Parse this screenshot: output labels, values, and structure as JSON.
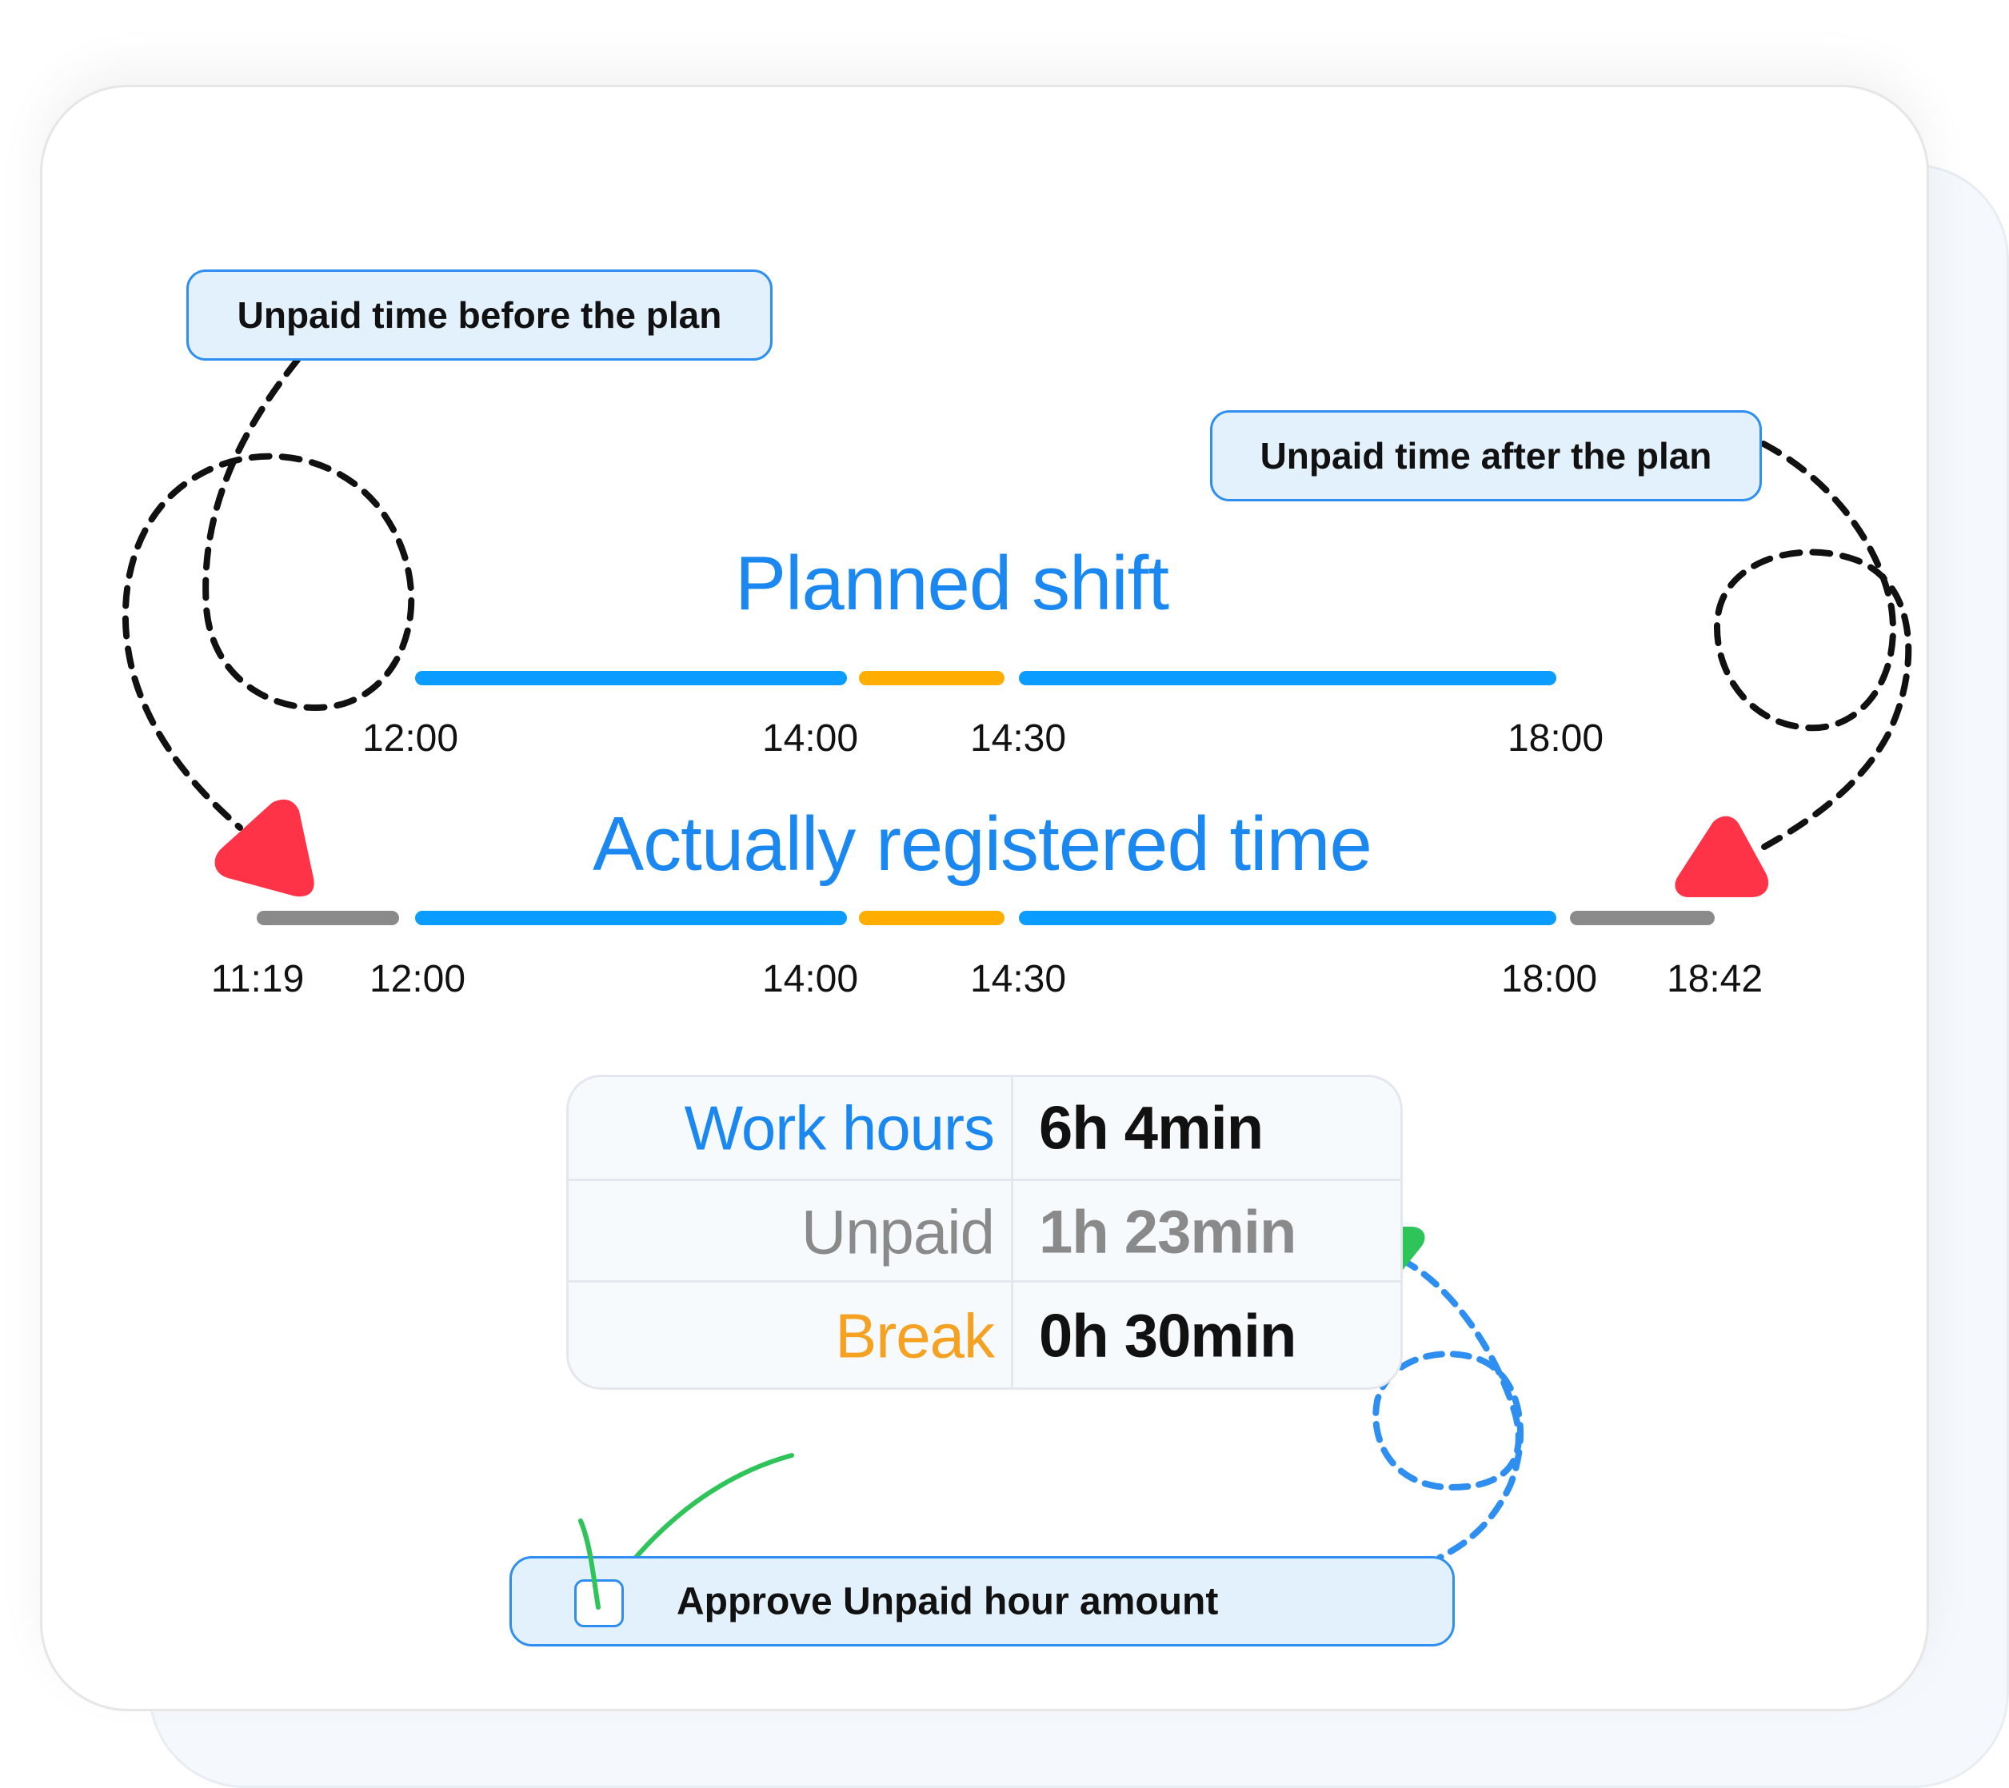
{
  "callouts": {
    "before": "Unpaid time before the plan",
    "after": "Unpaid time after the plan"
  },
  "planned": {
    "title": "Planned shift",
    "ticks": [
      "12:00",
      "14:00",
      "14:30",
      "18:00"
    ]
  },
  "actual": {
    "title": "Actually registered time",
    "ticks": [
      "11:19",
      "12:00",
      "14:00",
      "14:30",
      "18:00",
      "18:42"
    ]
  },
  "summary": {
    "rows": [
      {
        "label": "Work hours",
        "value": "6h 4min"
      },
      {
        "label": "Unpaid",
        "value": "1h 23min"
      },
      {
        "label": "Break",
        "value": "0h 30min"
      }
    ]
  },
  "approve": {
    "label": "Approve Unpaid hour amount",
    "checked": false
  },
  "colors": {
    "work": "#0a9cff",
    "break": "#ffae00",
    "unpaid": "#8a8a8a",
    "title_blue": "#1a88f0",
    "break_text": "#f5a122",
    "unpaid_text": "#8a8a8a",
    "marker_red": "#ff3347",
    "marker_green": "#2ec45a"
  },
  "icons": {
    "start_marker": "triangle-marker-icon",
    "end_marker": "triangle-marker-icon",
    "approve_marker": "triangle-marker-icon",
    "check": "check-mark-icon"
  }
}
